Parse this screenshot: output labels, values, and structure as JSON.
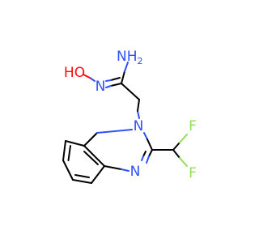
{
  "molecule": {
    "atoms": {
      "amine": "NH",
      "amine_sub": "2",
      "oxime_n": "N",
      "hydroxyl": "HO",
      "ring_n1": "N",
      "ring_n3": "N",
      "fluorine_1": "F",
      "fluorine_2": "F"
    },
    "colors": {
      "bond": "#000000",
      "nitrogen": "#3050F8",
      "oxygen": "#FF0D0D",
      "fluorine": "#90E050"
    }
  }
}
